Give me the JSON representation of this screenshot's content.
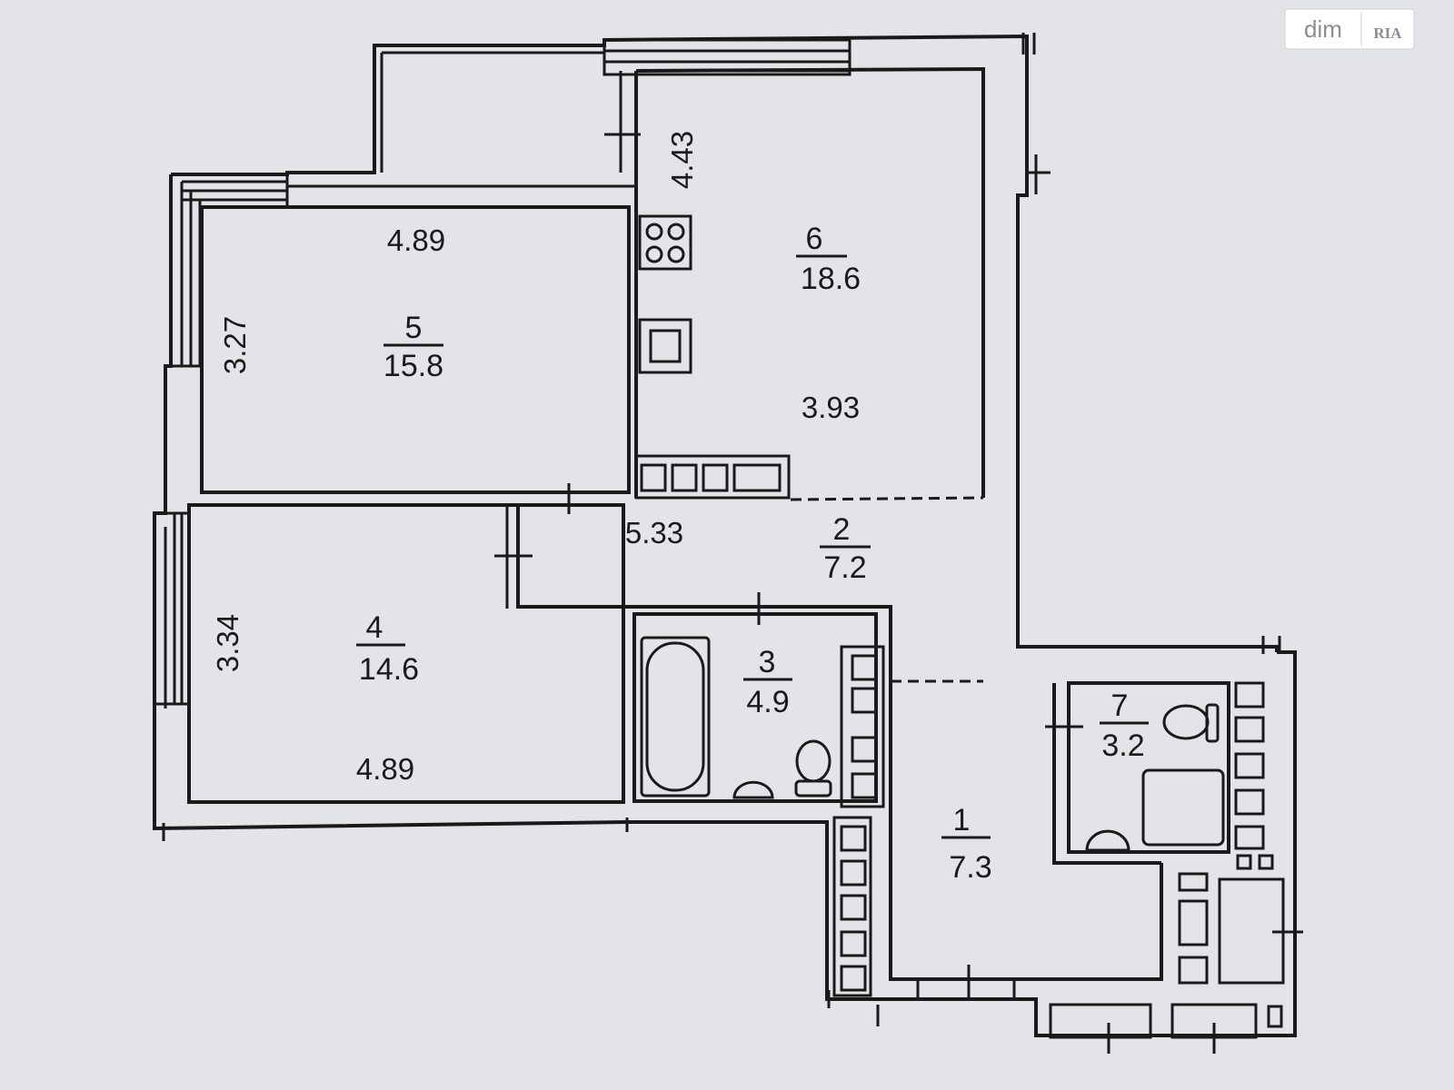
{
  "rooms": [
    {
      "number": "1",
      "area": "7.3"
    },
    {
      "number": "2",
      "area": "7.2"
    },
    {
      "number": "3",
      "area": "4.9"
    },
    {
      "number": "4",
      "area": "14.6"
    },
    {
      "number": "5",
      "area": "15.8"
    },
    {
      "number": "6",
      "area": "18.6"
    },
    {
      "number": "7",
      "area": "3.2"
    }
  ],
  "dimensions": {
    "room5_width": "4.89",
    "room5_height": "3.27",
    "room6_height": "4.43",
    "room6_width": "3.93",
    "room2_length": "5.33",
    "room4_height": "3.34",
    "room4_width": "4.89"
  },
  "watermark": {
    "text": "dim",
    "brand": "RIA"
  }
}
